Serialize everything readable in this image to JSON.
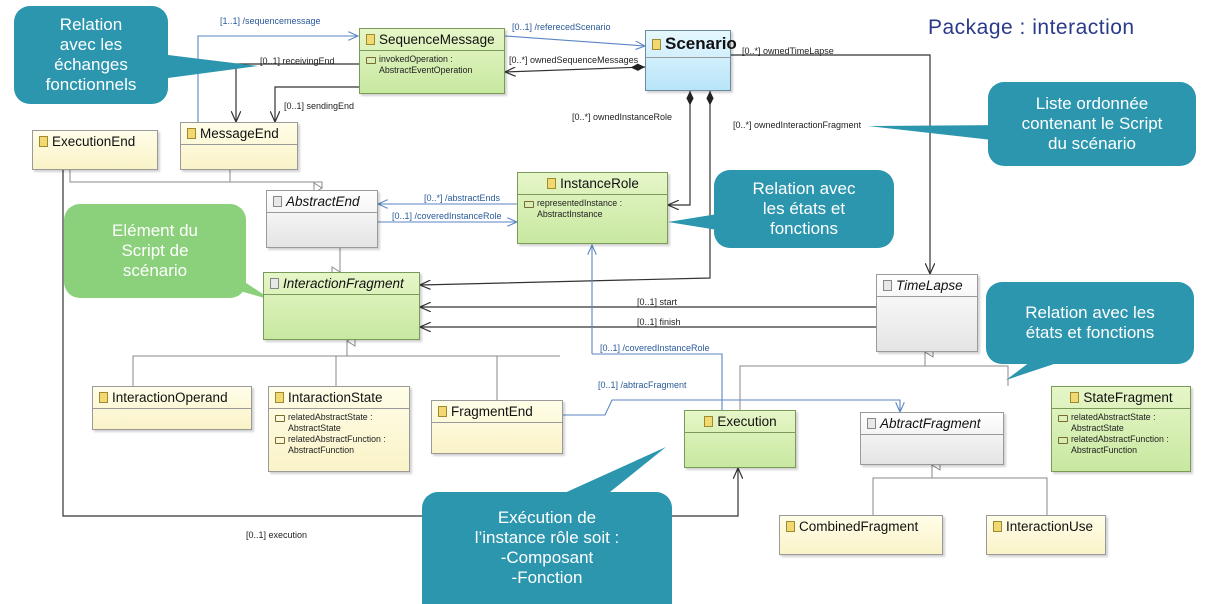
{
  "package_title": "Package : interaction",
  "classes": {
    "sequence_message": {
      "name": "SequenceMessage",
      "attrs": [
        "invokedOperation :",
        "AbstractEventOperation"
      ]
    },
    "scenario": {
      "name": "Scenario"
    },
    "execution_end": {
      "name": "ExecutionEnd"
    },
    "message_end": {
      "name": "MessageEnd"
    },
    "abstract_end": {
      "name": "AbstractEnd"
    },
    "instance_role": {
      "name": "InstanceRole",
      "attrs": [
        "representedInstance :",
        "AbstractInstance"
      ]
    },
    "interaction_fragment": {
      "name": "InteractionFragment"
    },
    "time_lapse": {
      "name": "TimeLapse"
    },
    "interaction_operand": {
      "name": "InteractionOperand"
    },
    "intaraction_state": {
      "name": "IntaractionState",
      "attrs": [
        "relatedAbstractState :",
        "AbstractState",
        "relatedAbstractFunction :",
        "AbstractFunction"
      ]
    },
    "fragment_end": {
      "name": "FragmentEnd"
    },
    "execution": {
      "name": "Execution"
    },
    "abtract_fragment": {
      "name": "AbtractFragment"
    },
    "state_fragment": {
      "name": "StateFragment",
      "attrs": [
        "relatedAbstractState :",
        "AbstractState",
        "relatedAbstractFunction :",
        "AbstractFunction"
      ]
    },
    "combined_fragment": {
      "name": "CombinedFragment"
    },
    "interaction_use": {
      "name": "InteractionUse"
    }
  },
  "associations": {
    "sequencemessage": "[1..1] /sequencemessage",
    "referenced_scenario": "[0..1] /referecedScenario",
    "receiving_end": "[0..1] receivingEnd",
    "owned_sequence_messages": "[0..*] ownedSequenceMessages",
    "owned_time_lapse": "[0..*] ownedTimeLapse",
    "sending_end": "[0..1] sendingEnd",
    "owned_instance_role": "[0..*] ownedInstanceRole",
    "owned_interaction_fragment": "[0..*] ownedInteractionFragment",
    "abstract_ends": "[0..*] /abstractEnds",
    "covered_instance_role_1": "[0..1] /coveredInstanceRole",
    "start": "[0..1] start",
    "finish": "[0..1] finish",
    "covered_instance_role_2": "[0..1] /coveredInstanceRole",
    "abtrac_fragment": "[0..1] /abtracFragment",
    "execution": "[0..1] execution"
  },
  "callouts": {
    "echanges": "Relation\navec les\néchanges\nfonctionnels",
    "liste": "Liste ordonnée\ncontenant le Script\ndu scénario",
    "relation_instance": "Relation avec\nles états et\nfonctions",
    "element_script": "Elément du\nScript de\nscénario",
    "relation_state": "Relation avec les\nétats et fonctions",
    "execution": "Exécution de\nl’instance rôle soit :\n-Composant\n-Fonction"
  },
  "colors": {
    "callout_blue": "#2b96ae",
    "callout_green": "#8bd07a",
    "class_green": "#c8e8a0",
    "class_blue": "#b8e4f8",
    "class_yellow": "#faf3c8",
    "title": "#2a3a8a"
  }
}
